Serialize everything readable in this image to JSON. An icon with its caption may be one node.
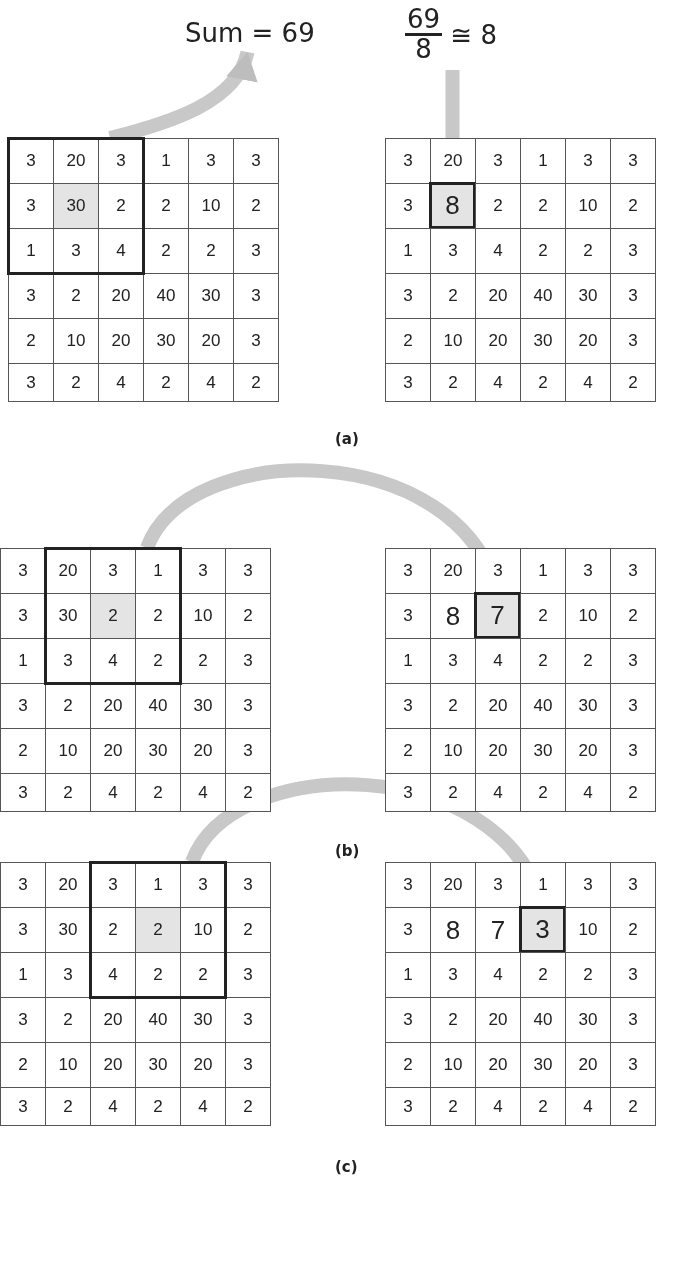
{
  "diagram": {
    "nodes": [
      {
        "text": [
          "Sum = 69"
        ]
      },
      {
        "text": [
          "69",
          "8",
          "≅ 8"
        ]
      },
      {
        "text": [],
        "shape": "box"
      },
      {
        "text": [
          "8"
        ]
      },
      {
        "text": [],
        "shape": "box"
      },
      {
        "text": [
          "7"
        ]
      },
      {
        "text": [],
        "shape": "box"
      },
      {
        "text": [
          "3"
        ]
      }
    ],
    "edges": [
      {
        "from": 2,
        "to": 0,
        "arrow": "to"
      },
      {
        "from": 1,
        "to": 3,
        "arrow": "to"
      },
      {
        "from": 4,
        "to": 5,
        "arrow": "to"
      },
      {
        "from": 6,
        "to": 7,
        "arrow": "to"
      }
    ],
    "labels": [
      "3",
      "20",
      "3",
      "1",
      "3",
      "3",
      "3",
      "30",
      "2",
      "2",
      "10",
      "2",
      "1",
      "3",
      "4",
      "2",
      "2",
      "3",
      "3",
      "2",
      "20",
      "40",
      "30",
      "3",
      "2",
      "10",
      "20",
      "30",
      "20",
      "3",
      "3",
      "2",
      "4",
      "2",
      "4",
      "2",
      "3",
      "20",
      "3",
      "1",
      "3",
      "3",
      "3",
      "2",
      "2",
      "10",
      "2",
      "1",
      "3",
      "4",
      "2",
      "2",
      "3",
      "3",
      "2",
      "20",
      "40",
      "30",
      "3",
      "2",
      "10",
      "20",
      "30",
      "20",
      "3",
      "3",
      "2",
      "4",
      "2",
      "4",
      "2",
      "(a)",
      "3",
      "20",
      "3",
      "1",
      "3",
      "3",
      "3",
      "30",
      "2",
      "2",
      "10",
      "2",
      "1",
      "3",
      "4",
      "2",
      "2",
      "3",
      "3",
      "2",
      "20",
      "40",
      "30",
      "3",
      "2",
      "10",
      "20",
      "30",
      "20",
      "3",
      "3",
      "2",
      "4",
      "2",
      "4",
      "2",
      "3",
      "20",
      "3",
      "1",
      "3",
      "3",
      "3",
      "8",
      "2",
      "10",
      "2",
      "1",
      "3",
      "4",
      "2",
      "2",
      "3",
      "3",
      "2",
      "20",
      "40",
      "30",
      "3",
      "2",
      "10",
      "20",
      "30",
      "20",
      "3",
      "3",
      "2",
      "4",
      "2",
      "4",
      "2",
      "(b)",
      "3",
      "20",
      "3",
      "1",
      "3",
      "3",
      "3",
      "30",
      "2",
      "2",
      "10",
      "2",
      "1",
      "3",
      "4",
      "2",
      "2",
      "3",
      "3",
      "2",
      "20",
      "40",
      "30",
      "3",
      "2",
      "10",
      "20",
      "30",
      "20",
      "3",
      "3",
      "2",
      "4",
      "2",
      "4",
      "2",
      "3",
      "20",
      "3",
      "1",
      "3",
      "3",
      "3",
      "8",
      "7",
      "10",
      "2",
      "1",
      "3",
      "4",
      "2",
      "2",
      "3",
      "3",
      "2",
      "20",
      "40",
      "30",
      "3",
      "2",
      "10",
      "20",
      "30",
      "20",
      "3",
      "3",
      "2",
      "4",
      "2",
      "4",
      "2",
      "(c)"
    ]
  }
}
